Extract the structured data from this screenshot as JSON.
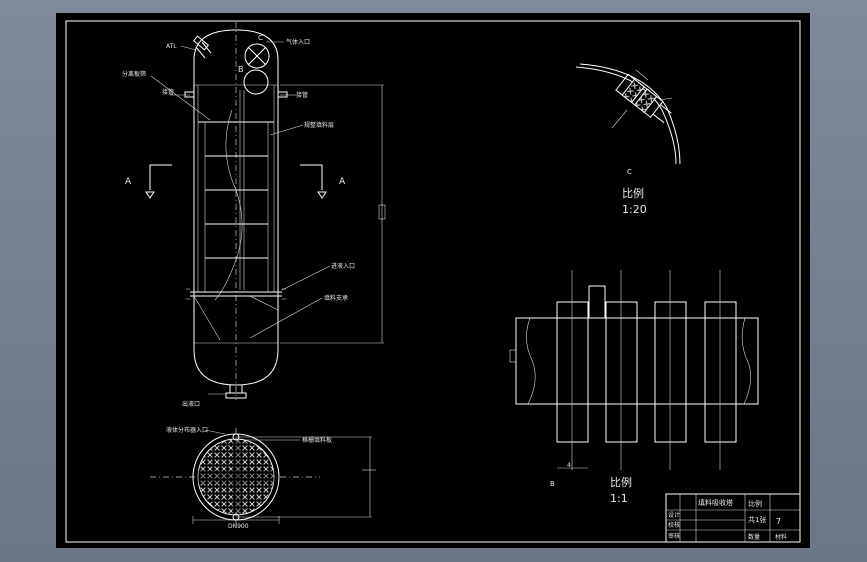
{
  "labels": {
    "nozzle_tl": "ATL",
    "c_marker": "C",
    "nozzle_top_right": "气体入口",
    "b_marker": "B",
    "packing_support": "分离板筛",
    "upper_left_nozzle": "接管",
    "upper_right_nozzle": "接管",
    "packing_note": "规整填料层",
    "section_left": "A",
    "section_right": "A",
    "liquid_inlet": "进液入口",
    "support_plate": "填料支承",
    "bottom_outlet": "出液口",
    "section_inlet": "液体分布器入口",
    "section_packing": "格栅填料板",
    "section_dim": "DN900",
    "detail_c_tag": "C",
    "detail_c_scale_label": "比例",
    "detail_c_scale_value": "1:20",
    "detail_b_tag": "B",
    "detail_b_scale_label": "比例",
    "detail_b_scale_value": "1:1"
  },
  "title_block": {
    "drawing_title": "填料吸收塔",
    "row_a": "设计",
    "row_b": "校核",
    "row_c": "审核",
    "scale_label": "比例",
    "sheet_label": "共1张",
    "sheet_number": "7",
    "weight_label": "数量",
    "material_label": "材料"
  }
}
